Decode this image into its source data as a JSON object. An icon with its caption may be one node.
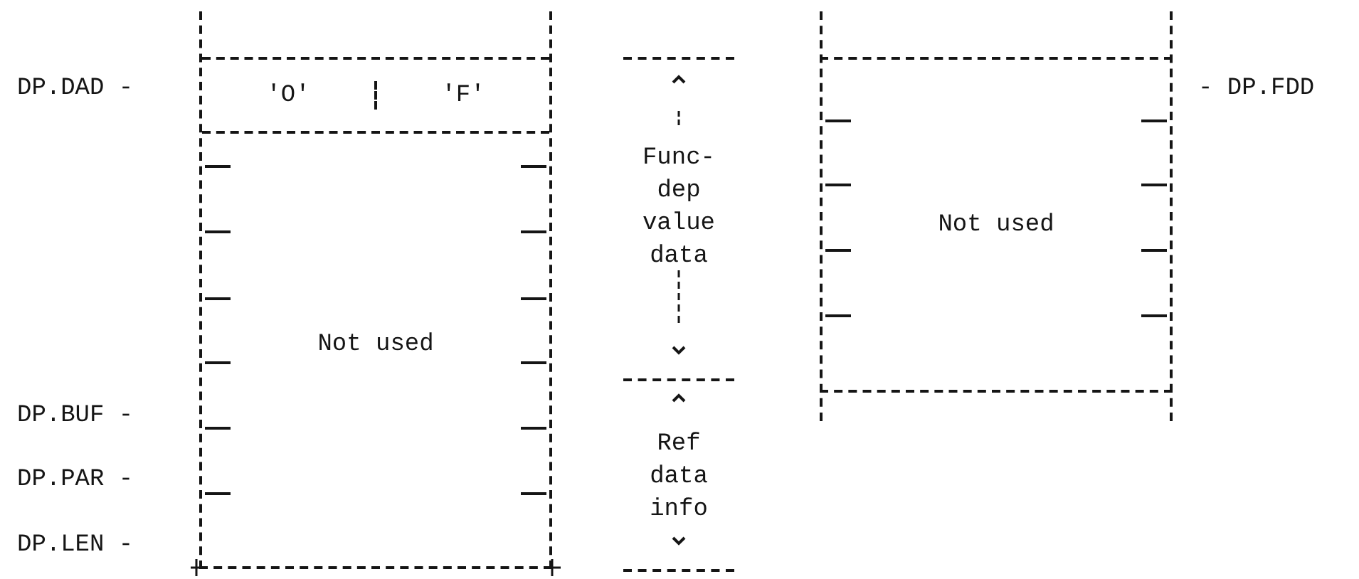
{
  "diagram": {
    "nodes": [
      {
        "text": [],
        "shape": "box"
      },
      {
        "text": [
          "'O'",
          "'F'"
        ],
        "in": 0
      },
      {
        "text": [
          "Not used"
        ],
        "in": 0
      },
      {
        "text": [
          "Func- dep value data"
        ]
      },
      {
        "text": [
          "Ref data info"
        ]
      },
      {
        "text": [],
        "shape": "box"
      },
      {
        "text": [
          "Not used"
        ],
        "in": 5
      }
    ],
    "labels": [
      "DP.DAD -",
      "- DP.FDD",
      "DP.BUF -",
      "DP.PAR -",
      "DP.LEN -"
    ]
  }
}
